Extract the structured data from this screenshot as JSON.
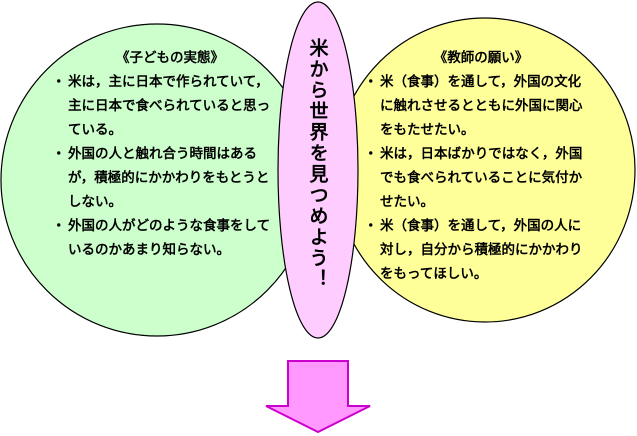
{
  "colors": {
    "left_fill": "#ccffcc",
    "right_fill": "#ffff99",
    "center_fill": "#ffccff",
    "arrow_fill": "#ff99ff",
    "arrow_stroke": "#cc00cc",
    "outline": "#000000"
  },
  "left": {
    "heading": "《子どもの実態》",
    "items": [
      "米は，主に日本で作られていて，主に日本で食べられていると思っている。",
      "外国の人と触れ合う時間はあるが，積極的にかかわりをもとうとしない。",
      "外国の人がどのような食事をしているのかあまり知らない。"
    ]
  },
  "center": {
    "title": "米から世界を見つめよう！"
  },
  "right": {
    "heading": "《教師の願い》",
    "items": [
      "米（食事）を通して，外国の文化に触れさせるとともに外国に関心をもたせたい。",
      "米は，日本ばかりではなく，外国でも食べられていることに気付かせたい。",
      "米（食事）を通して，外国の人に対し，自分から積極的にかかわりをもってほしい。"
    ]
  }
}
